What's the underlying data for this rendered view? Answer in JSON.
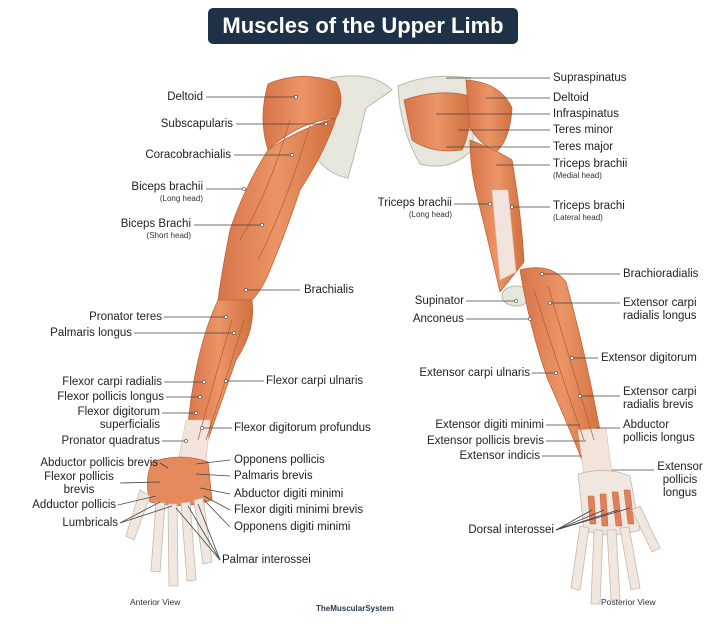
{
  "title": "Muscles of the Upper Limb",
  "colors": {
    "muscle": "#e48a5c",
    "muscle_dark": "#cf6d42",
    "muscle_light": "#f0aa80",
    "tendon": "#f2e4dc",
    "bone": "#e6e6dc",
    "bone_outline": "#b9b9aa",
    "leader": "#444444",
    "title_bg": "#1e3147"
  },
  "anterior": {
    "view_label": "Anterior View",
    "labels": {
      "deltoid": "Deltoid",
      "subscapularis": "Subscapularis",
      "coracobrachialis": "Coracobrachialis",
      "biceps_long": "Biceps brachii",
      "biceps_long_sub": "(Long head)",
      "biceps_short": "Biceps Brachi",
      "biceps_short_sub": "(Short head)",
      "brachialis": "Brachialis",
      "pronator_teres": "Pronator teres",
      "palmaris_longus": "Palmaris longus",
      "flexor_carpi_radialis": "Flexor carpi radialis",
      "flexor_pollicis_longus": "Flexor pollicis longus",
      "flexor_digitorum_sup_1": "Flexor digitorum",
      "flexor_digitorum_sup_2": "superficialis",
      "flexor_carpi_ulnaris": "Flexor carpi ulnaris",
      "pronator_quadratus": "Pronator quadratus",
      "flexor_digitorum_profundus": "Flexor digitorum profundus",
      "abductor_pollicis_brevis": "Abductor pollicis brevis",
      "flexor_pollicis_brevis_1": "Flexor pollicis",
      "flexor_pollicis_brevis_2": "brevis",
      "adductor_pollicis": "Adductor pollicis",
      "lumbricals": "Lumbricals",
      "opponens_pollicis": "Opponens pollicis",
      "palmaris_brevis": "Palmaris brevis",
      "abductor_digiti_minimi": "Abductor digiti minimi",
      "flexor_digiti_minimi_brevis": "Flexor digiti minimi brevis",
      "opponens_digiti_minimi": "Opponens digiti minimi",
      "palmar_interossei": "Palmar interossei"
    }
  },
  "posterior": {
    "view_label": "Posterior View",
    "labels": {
      "supraspinatus": "Supraspinatus",
      "deltoid": "Deltoid",
      "infraspinatus": "Infraspinatus",
      "teres_minor": "Teres minor",
      "teres_major": "Teres major",
      "triceps_medial": "Triceps brachii",
      "triceps_medial_sub": "(Medial head)",
      "triceps_long": "Triceps brachii",
      "triceps_long_sub": "(Long head)",
      "triceps_lateral": "Triceps brachi",
      "triceps_lateral_sub": "(Lateral head)",
      "brachioradialis": "Brachioradialis",
      "supinator": "Supinator",
      "anconeus": "Anconeus",
      "ext_carpi_rad_longus_1": "Extensor carpi",
      "ext_carpi_rad_longus_2": "radialis longus",
      "extensor_digitorum": "Extensor digitorum",
      "extensor_carpi_ulnaris": "Extensor carpi ulnaris",
      "ext_carpi_rad_brevis_1": "Extensor carpi",
      "ext_carpi_rad_brevis_2": "radialis brevis",
      "extensor_digiti_minimi": "Extensor digiti minimi",
      "abductor_pollicis_longus_1": "Abductor",
      "abductor_pollicis_longus_2": "pollicis longus",
      "extensor_pollicis_brevis": "Extensor pollicis brevis",
      "extensor_indicis": "Extensor indicis",
      "extensor_pollicis_longus_1": "Extensor",
      "extensor_pollicis_longus_2": "pollicis",
      "extensor_pollicis_longus_3": "longus",
      "dorsal_interossei": "Dorsal interossei"
    }
  },
  "brand": "TheMuscularSystem"
}
